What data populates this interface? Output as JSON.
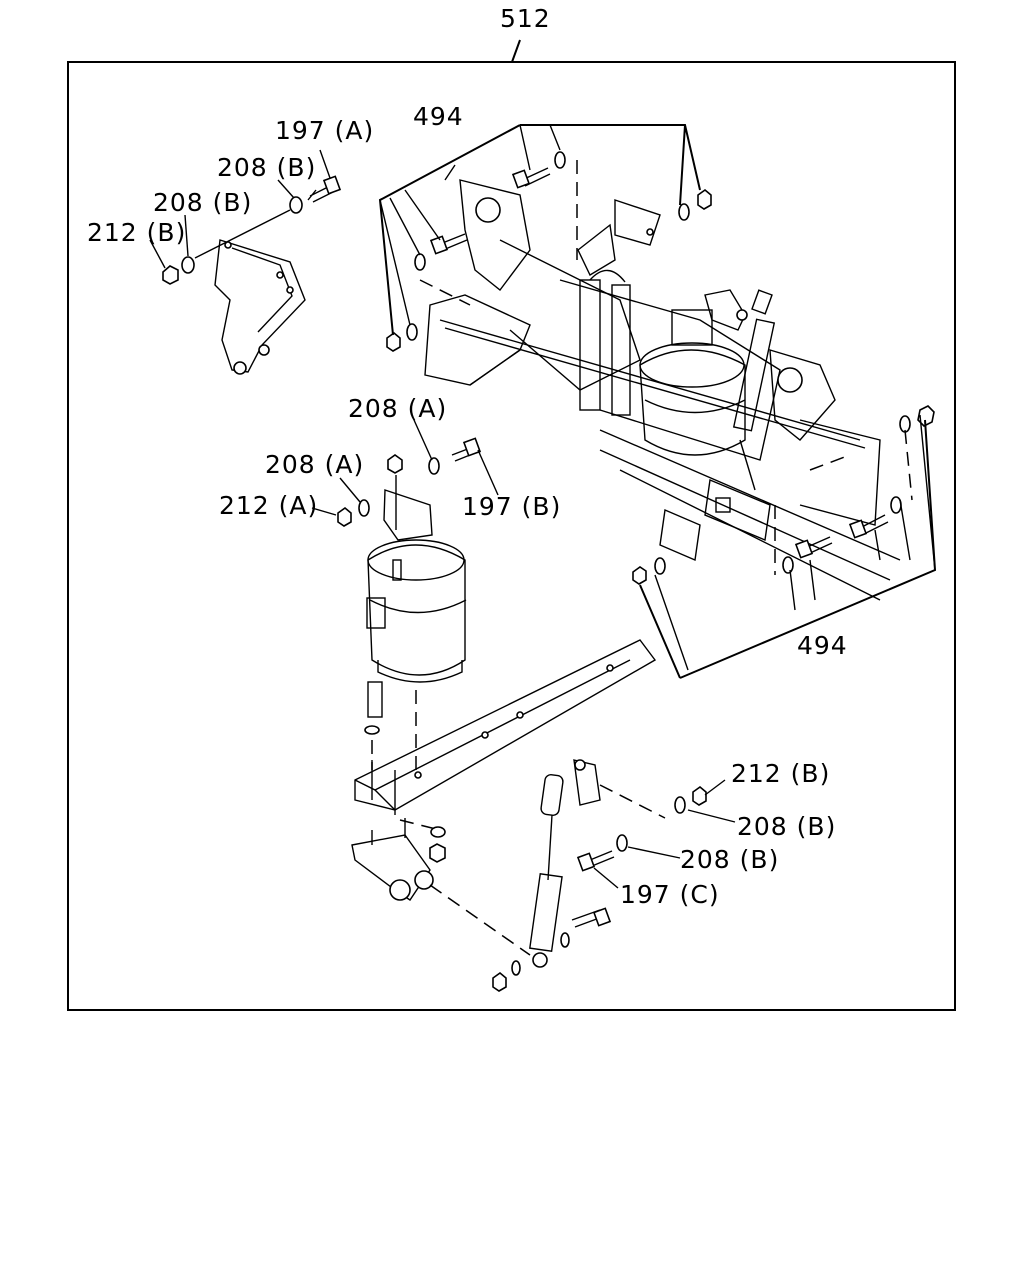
{
  "diagram": {
    "assembly_label": "512",
    "callouts": [
      {
        "id": "197A",
        "text": "197 (A)"
      },
      {
        "id": "208B_1",
        "text": "208 (B)"
      },
      {
        "id": "208B_2",
        "text": "208 (B)"
      },
      {
        "id": "212B_1",
        "text": "212 (B)"
      },
      {
        "id": "494_top",
        "text": "494"
      },
      {
        "id": "208A_1",
        "text": "208 (A)"
      },
      {
        "id": "208A_2",
        "text": "208 (A)"
      },
      {
        "id": "212A",
        "text": "212 (A)"
      },
      {
        "id": "197B",
        "text": "197 (B)"
      },
      {
        "id": "494_bottom",
        "text": "494"
      },
      {
        "id": "212B_2",
        "text": "212 (B)"
      },
      {
        "id": "208B_3",
        "text": "208 (B)"
      },
      {
        "id": "208B_4",
        "text": "208 (B)"
      },
      {
        "id": "197C",
        "text": "197 (C)"
      }
    ]
  }
}
